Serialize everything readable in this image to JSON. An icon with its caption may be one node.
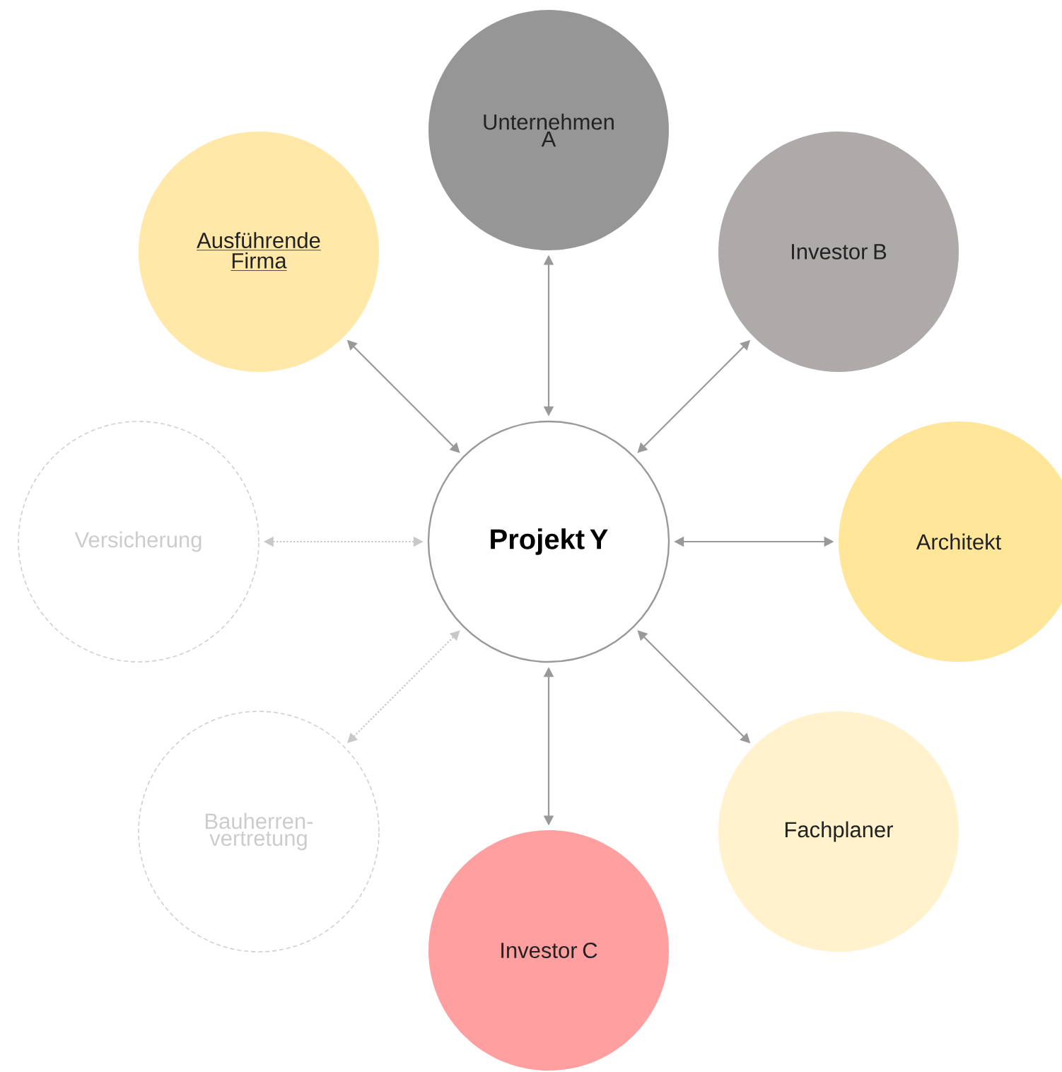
{
  "diagram": {
    "nodes": [
      {
        "text": [
          "Projekt Y"
        ]
      },
      {
        "text": [
          "Unternehmen A"
        ]
      },
      {
        "text": [
          "Ausführende Firma"
        ]
      },
      {
        "text": [
          "Investor B"
        ]
      },
      {
        "text": [
          "Architekt"
        ]
      },
      {
        "text": [
          "Fachplaner"
        ]
      },
      {
        "text": [
          "Investor C"
        ]
      },
      {
        "text": [
          "Bauherren-vertretung"
        ]
      },
      {
        "text": [
          "Versicherung"
        ]
      }
    ],
    "edges": [
      {
        "from": 0,
        "to": 1,
        "arrow": "both"
      },
      {
        "from": 0,
        "to": 2,
        "arrow": "both"
      },
      {
        "from": 0,
        "to": 3,
        "arrow": "both"
      },
      {
        "from": 0,
        "to": 4,
        "arrow": "both"
      },
      {
        "from": 0,
        "to": 5,
        "arrow": "both"
      },
      {
        "from": 0,
        "to": 6,
        "arrow": "both"
      },
      {
        "from": 0,
        "to": 7,
        "arrow": "both",
        "style": "dashed",
        "color": "#c8c8c8"
      },
      {
        "from": 0,
        "to": 8,
        "arrow": "both",
        "style": "dashed",
        "color": "#c8c8c8"
      }
    ]
  }
}
